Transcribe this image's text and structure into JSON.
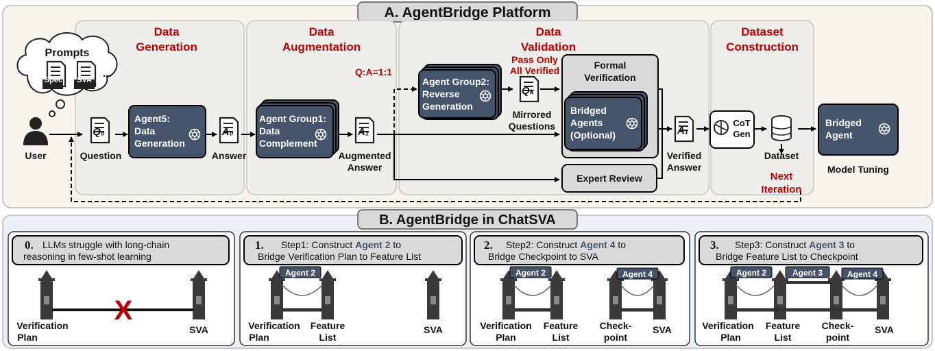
{
  "panelA": {
    "title": "A. AgentBridge Platform",
    "stages": {
      "generation": [
        "Data",
        "Generation"
      ],
      "augmentation": [
        "Data",
        "Augmentation"
      ],
      "validation": [
        "Data",
        "Validation"
      ],
      "construction": [
        "Dataset",
        "Construction"
      ]
    },
    "prompts": {
      "title": "Prompts",
      "doc1": "Spec",
      "doc2": "SVA",
      "more": "..."
    },
    "user": "User",
    "q0": "Q₀",
    "qk": "Qₖ",
    "a0": "A₀",
    "a1": "A₁",
    "a1b": "A₁",
    "question": "Question",
    "answer": "Answer",
    "augmented": [
      "Augmented",
      "Answer"
    ],
    "agent5": [
      "Agent5:",
      "Data",
      "Generation"
    ],
    "group1": [
      "Agent Group1:",
      "Data",
      "Complement"
    ],
    "ratio": "Q:A=1:1",
    "group2": [
      "Agent Group2:",
      "Reverse",
      "Generation"
    ],
    "passOnly": [
      "Pass Only",
      "All Verified"
    ],
    "mirrored": [
      "Mirrored",
      "Questions"
    ],
    "formal": [
      "Formal",
      "Verification"
    ],
    "bridged": [
      "Bridged",
      "Agents",
      "(Optional)"
    ],
    "expert": "Expert Review",
    "verified": [
      "Verified",
      "Answer"
    ],
    "cot": [
      "CoT",
      "Gen"
    ],
    "dataset": "Dataset",
    "next": [
      "Next",
      "Iteration"
    ],
    "bridgedAgent": [
      "Bridged",
      "Agent"
    ],
    "tuning": "Model Tuning"
  },
  "panelB": {
    "title": "B. AgentBridge in ChatSVA",
    "box0": {
      "num": "0.",
      "line1": "LLMs struggle with long-chain",
      "line2": "reasoning in few-shot learning"
    },
    "box1": {
      "num": "1.",
      "pre": "Step1:  Construct ",
      "agent": "Agent 2",
      "post": " to",
      "line2": "Bridge Verification Plan to Feature List"
    },
    "box2": {
      "num": "2.",
      "pre": "Step2:  Construct ",
      "agent": "Agent 4",
      "post": " to",
      "line2": "Bridge Checkpoint to SVA"
    },
    "box3": {
      "num": "3.",
      "pre": "Step3:  Construct ",
      "agent": "Agent 3",
      "post": " to",
      "line2": "Bridge Feature List to Checkpoint"
    },
    "cross": "X",
    "tags": {
      "a2": "Agent 2",
      "a3": "Agent 3",
      "a4": "Agent 4"
    },
    "labels": {
      "vp": [
        "Verification",
        "Plan"
      ],
      "fl": [
        "Feature",
        "List"
      ],
      "cp": [
        "Check-",
        "point"
      ],
      "sva": "SVA"
    }
  },
  "colors": {
    "accentRed": "#C00000",
    "agentBlue": "#44546A",
    "panelA": "#F7F4EE",
    "panelB": "#EBF1F7",
    "boxGray": "#D9D9D9"
  }
}
